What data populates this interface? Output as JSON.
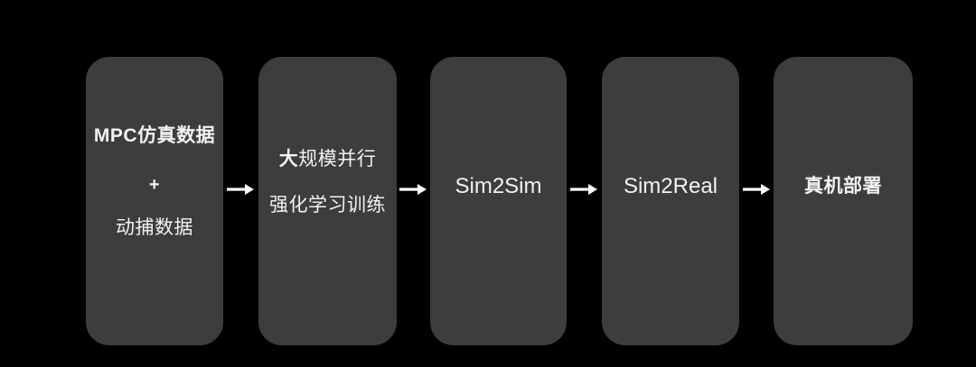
{
  "colors": {
    "background": "#000000",
    "box": "#3d3d3d",
    "text": "#f2f2f2",
    "arrow": "#ffffff"
  },
  "stages": [
    {
      "name": "mpc-mocap-data",
      "lines": [
        {
          "text": "MPC仿真数据"
        },
        {
          "text": "+"
        },
        {
          "text": "动捕数据"
        }
      ]
    },
    {
      "name": "rl-training",
      "lines": [
        {
          "bold_part": "大",
          "regular_part": "规模并行"
        },
        {
          "text": "强化学习训练"
        }
      ]
    },
    {
      "name": "sim2sim",
      "lines": [
        {
          "text": "Sim2Sim"
        }
      ]
    },
    {
      "name": "sim2real",
      "lines": [
        {
          "text": "Sim2Real"
        }
      ]
    },
    {
      "name": "real-deployment",
      "lines": [
        {
          "text": "真机部署"
        }
      ]
    }
  ],
  "arrow": {
    "icon": "right-arrow",
    "direction": "right"
  }
}
